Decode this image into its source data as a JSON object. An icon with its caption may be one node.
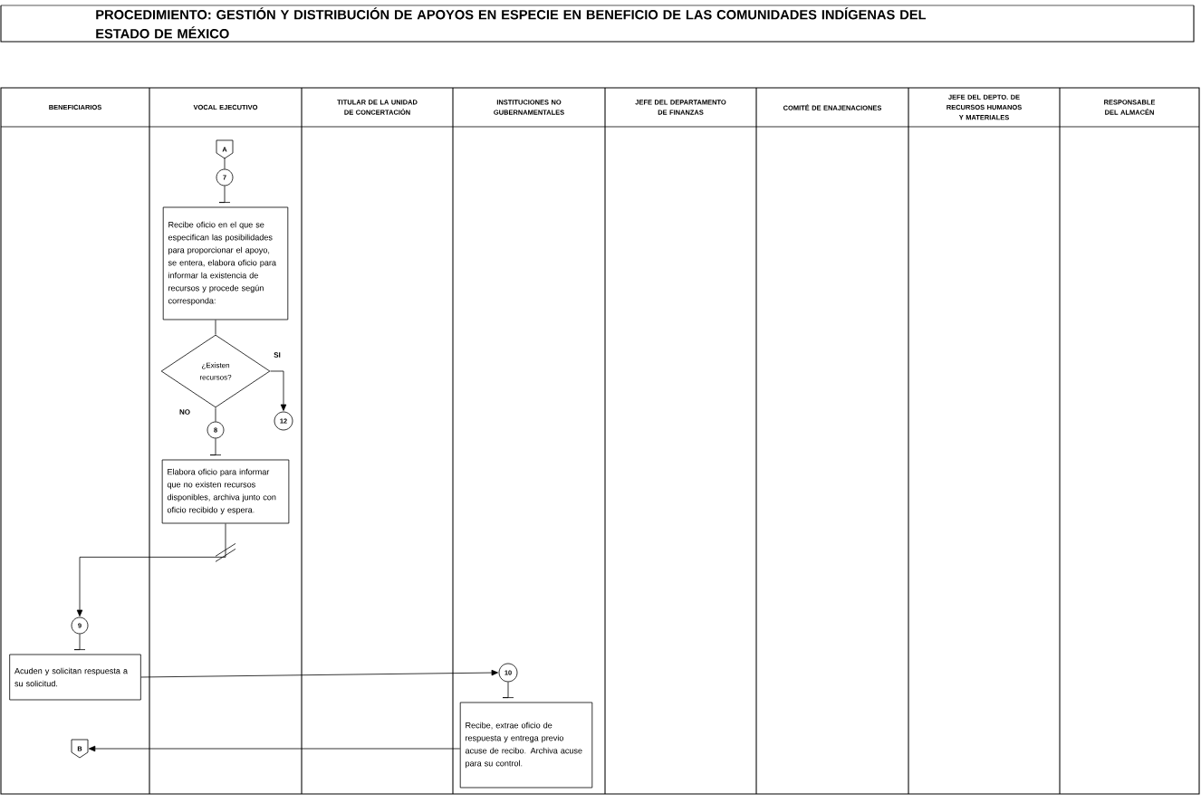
{
  "diagram": {
    "title": "PROCEDIMIENTO: GESTIÓN Y DISTRIBUCIÓN DE APOYOS EN ESPECIE EN BENEFICIO DE LAS COMUNIDADES INDÍGENAS DEL ESTADO DE MÉXICO",
    "nodes": [
      {
        "text": [
          "A"
        ]
      },
      {
        "text": [
          "7"
        ]
      },
      {
        "text": [
          "Recibe oficio en el que se especifican las posibilidades para proporcionar el apoyo, se entera, elabora oficio para informar la existencia de recursos y procede según corresponda:"
        ]
      },
      {
        "text": [
          "¿Existen recursos?"
        ]
      },
      {
        "text": [
          "12"
        ]
      },
      {
        "text": [
          "8"
        ]
      },
      {
        "text": [
          "Elabora oficio para informar que no existen recursos disponibles, archiva junto con oficio recibido y espera."
        ]
      },
      {
        "text": [
          "9"
        ]
      },
      {
        "text": [
          "Acuden y solicitan respuesta a su solicitud."
        ]
      },
      {
        "text": [
          "10"
        ]
      },
      {
        "text": [
          "Recibe, extrae oficio de respuesta y entrega previo acuse de recibo. Archiva acuse para su control."
        ]
      },
      {
        "text": [
          "B"
        ]
      }
    ],
    "edges": [
      {
        "from": 0,
        "to": 1,
        "arrow": "none"
      },
      {
        "from": 1,
        "to": 2,
        "arrow": "none"
      },
      {
        "from": 2,
        "to": 3,
        "arrow": "none"
      },
      {
        "from": 3,
        "to": 4,
        "arrow": "to",
        "label": "SI"
      },
      {
        "from": 3,
        "to": 5,
        "arrow": "none",
        "label": "NO"
      },
      {
        "from": 5,
        "to": 6,
        "arrow": "none"
      },
      {
        "from": 6,
        "to": 7,
        "arrow": "to"
      },
      {
        "from": 7,
        "to": 8,
        "arrow": "none"
      },
      {
        "from": 8,
        "to": 9,
        "arrow": "to"
      },
      {
        "from": 9,
        "to": 10,
        "arrow": "none"
      },
      {
        "from": 10,
        "to": 11,
        "arrow": "to"
      }
    ],
    "labels": [
      "BENEFICIARIOS",
      "VOCAL EJECUTIVO",
      "TITULAR DE LA UNIDAD DE CONCERTACIÓN",
      "INSTITUCIONES NO GUBERNAMENTALES",
      "JEFE DEL DEPARTAMENTO DE FINANZAS",
      "COMITÉ DE ENAJENACIONES",
      "JEFE DEL DEPTO. DE RECURSOS HUMANOS Y MATERIALES",
      "RESPONSABLE DEL ALMACÉN"
    ]
  }
}
